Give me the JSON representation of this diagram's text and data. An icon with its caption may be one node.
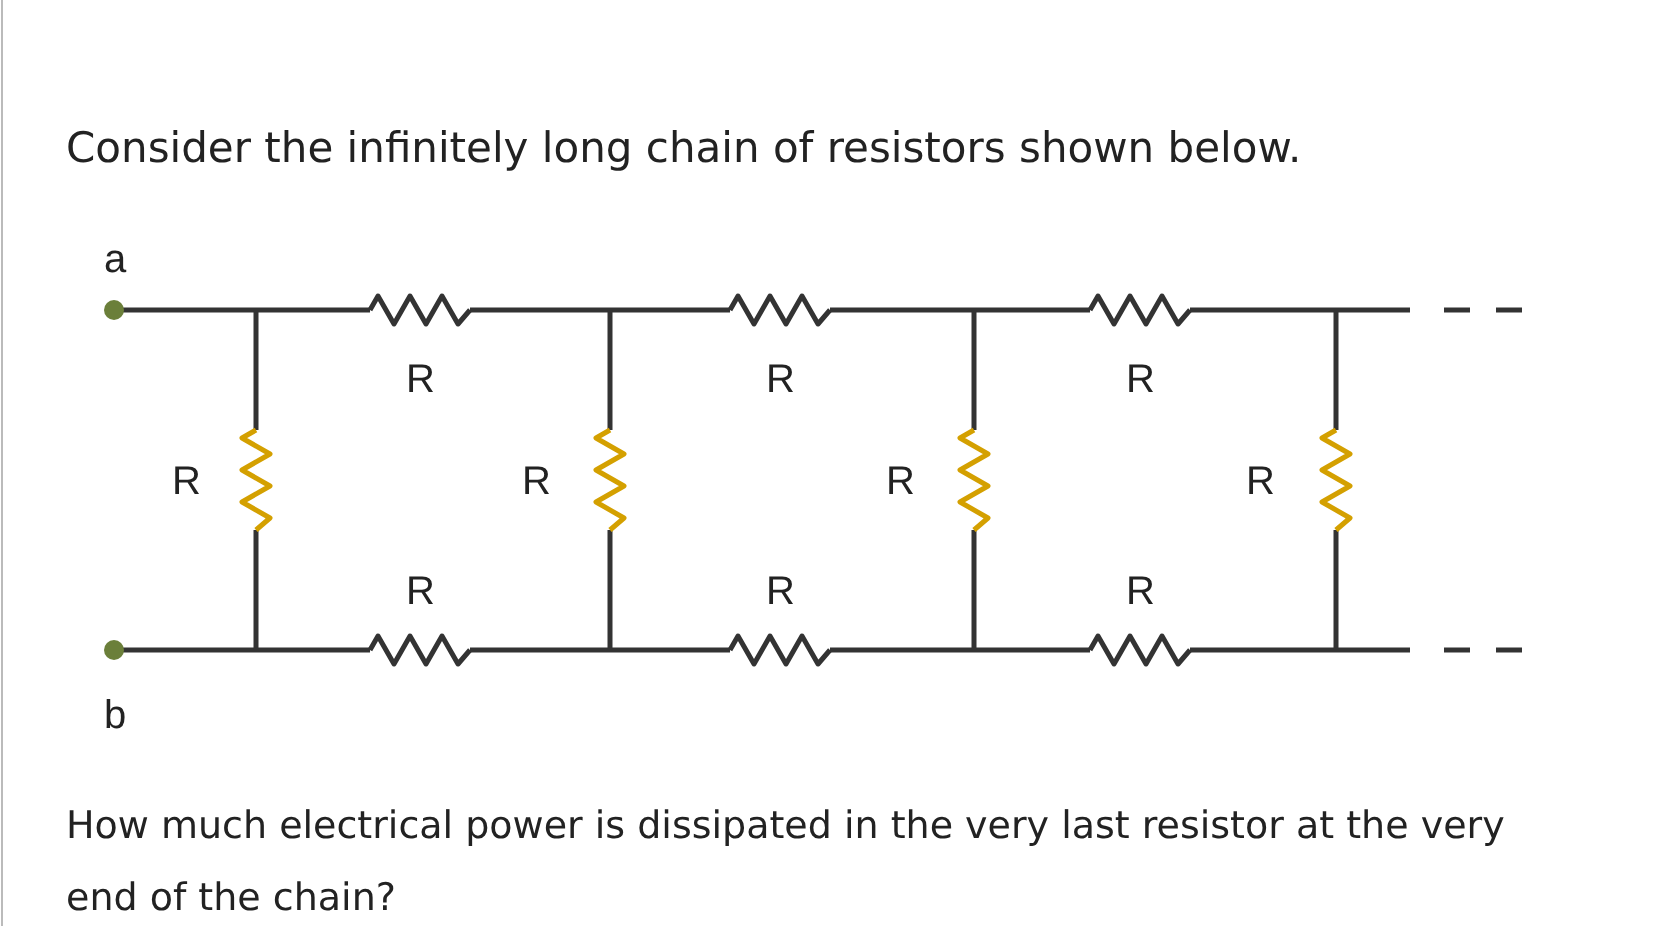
{
  "diagram": {
    "title": "Consider the infinitely long chain of resistors shown below.",
    "caption": "How much electrical power is dissipated in the very last resistor at the very end of the chain?",
    "labels": [
      "a",
      "R",
      "R",
      "R",
      "R",
      "R",
      "R",
      "R",
      "R",
      "R",
      "R",
      "b"
    ]
  }
}
